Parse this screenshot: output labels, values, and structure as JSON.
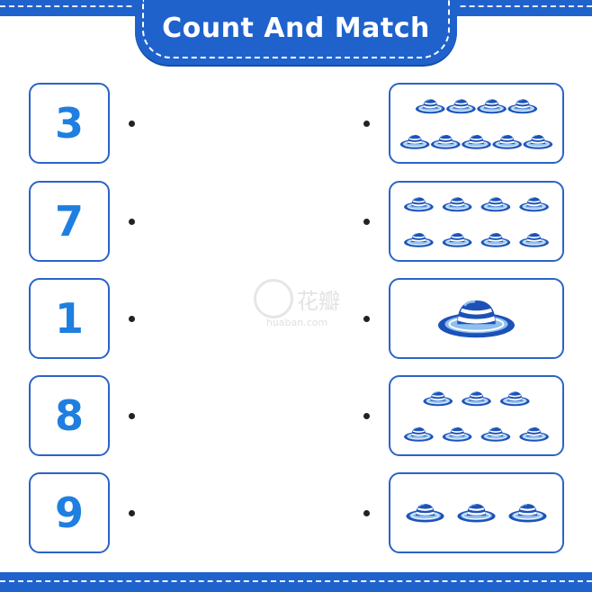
{
  "title": "Count And Match",
  "watermark": {
    "brand": "花瓣",
    "site": "huaban.com"
  },
  "numbers": [
    "3",
    "7",
    "1",
    "8",
    "9"
  ],
  "hat_groups": [
    {
      "count": 9,
      "rows": [
        4,
        5
      ]
    },
    {
      "count": 8,
      "rows": [
        4,
        4
      ]
    },
    {
      "count": 1,
      "rows": [
        1
      ]
    },
    {
      "count": 7,
      "rows": [
        3,
        4
      ]
    },
    {
      "count": 3,
      "rows": [
        3
      ]
    }
  ],
  "colors": {
    "brand_blue": "#1f62cc",
    "number_blue": "#1f7fe0",
    "hat_dark": "#1c52b8",
    "hat_light": "#8fbfee",
    "hat_stripe": "#ffffff"
  },
  "icons": {
    "hat": "summer-hat-icon"
  }
}
